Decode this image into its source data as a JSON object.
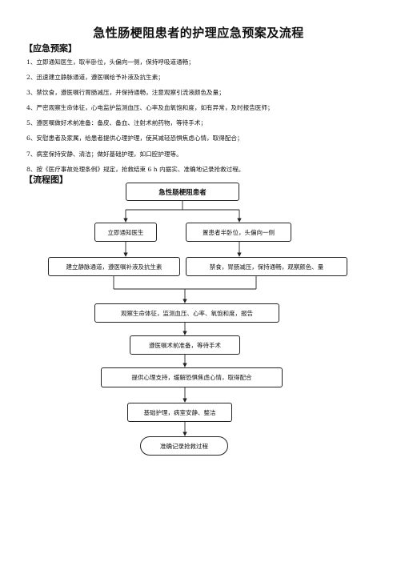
{
  "title": "急性肠梗阻患者的护理应急预案及流程",
  "emergency_heading": "【应急预案】",
  "emergency_steps": [
    "1、立即通知医生，取半卧位，头偏向一侧，保持呼吸道通畅；",
    "2、迅速建立静脉通道，遵医嘱给予补液及抗生素；",
    "3、禁饮食，遵医嘱行胃肠减压，并保持通畅，注意观察引流液颜色及量；",
    "4、严密观察生命体征，心电监护监测血压、心率及血氧饱和度，如有异常，及时报告医师；",
    "5、遵医嘱做好术前准备：备皮、备血、注射术前药物，等待手术；",
    "6、安慰患者及家属，给患者提供心理护理，使其减轻恐惧焦虑心情，取得配合；",
    "7、病室保持安静、清洁；做好基础护理，如口腔护理等。",
    "8、按《医疗事故处理条例》规定，抢救结束 6 h 内据实、准确地记录抢救过程。"
  ],
  "flow_heading": "【流程图】",
  "flow": {
    "root": "急性肠梗阻患者",
    "notify_doctor": "立即通知医生",
    "position": "置患者半卧位，头偏向一侧",
    "iv_access": "建立静脉通道，遵医嘱补液及抗生素",
    "fasting": "禁食，胃肠减压，保持通畅，观察颜色、量",
    "observe_vitals": "观察生命体征，监测血压、心率、氧饱和度，报告",
    "pre_op": "遵医嘱术前准备，等待手术",
    "psych_support": "提供心理支持，缓解恐惧焦虑心情，取得配合",
    "basic_care": "基础护理，病室安静、整洁",
    "record": "准确记录抢救过程"
  }
}
